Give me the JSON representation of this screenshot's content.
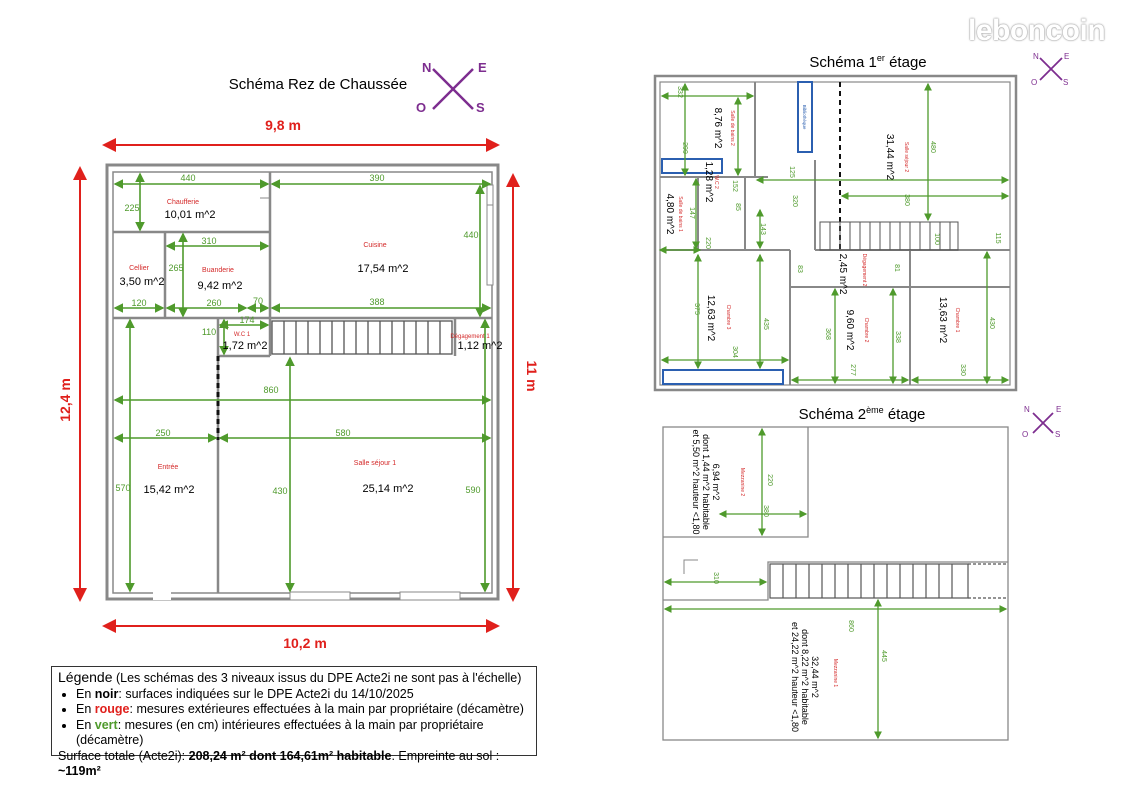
{
  "logo": "leboncoin",
  "ground": {
    "title": "Schéma Rez de Chaussée",
    "compass": {
      "n": "N",
      "e": "E",
      "o": "O",
      "s": "S"
    },
    "ext": {
      "top": "9,8 m",
      "bottom": "10,2 m",
      "left": "12,4 m",
      "right": "11 m"
    },
    "rooms": [
      {
        "name": "Chaufferie",
        "area": "10,01 m^2"
      },
      {
        "name": "Cuisine",
        "area": "17,54 m^2"
      },
      {
        "name": "Cellier",
        "area": "3,50 m^2"
      },
      {
        "name": "Buanderie",
        "area": "9,42 m^2"
      },
      {
        "name": "W.C 1",
        "area": "1,72 m^2"
      },
      {
        "name": "Dégagement 1",
        "area": "1,12 m^2"
      },
      {
        "name": "Entrée",
        "area": "15,42 m^2"
      },
      {
        "name": "Salle séjour 1",
        "area": "25,14 m^2"
      }
    ],
    "dims": [
      "440",
      "390",
      "225",
      "440",
      "310",
      "265",
      "120",
      "260",
      "70",
      "388",
      "174",
      "110",
      "860",
      "250",
      "580",
      "570",
      "430",
      "590"
    ]
  },
  "first": {
    "title": "Schéma 1",
    "title_sup": "er",
    "title_end": " étage",
    "compass": {
      "n": "N",
      "e": "E",
      "o": "O",
      "s": "S"
    },
    "rooms": [
      {
        "name": "Salle de bains 2",
        "area": "8,76 m^2"
      },
      {
        "name": "Bibliothèque",
        "area": ""
      },
      {
        "name": "Salle séjour 2",
        "area": "31,44 m^2"
      },
      {
        "name": "W.C 2",
        "area": "1,28 m^2"
      },
      {
        "name": "Salle de bains 1",
        "area": "4,80 m^2"
      },
      {
        "name": "Dégagement 2",
        "area": "2,45 m^2"
      },
      {
        "name": "Chambre 3",
        "area": "12,63 m^2"
      },
      {
        "name": "Chambre 2",
        "area": "9,60 m^2"
      },
      {
        "name": "Chambre 1",
        "area": "13,63 m^2"
      }
    ],
    "dims": [
      "332",
      "299",
      "152",
      "85",
      "147",
      "125",
      "320",
      "480",
      "380",
      "100",
      "115",
      "143",
      "220",
      "83",
      "81",
      "375",
      "435",
      "304",
      "368",
      "338",
      "277",
      "430",
      "330"
    ]
  },
  "second": {
    "title": "Schéma 2",
    "title_sup": "ème",
    "title_end": " étage",
    "compass": {
      "n": "N",
      "e": "E",
      "o": "O",
      "s": "S"
    },
    "mezz2": {
      "name": "Mezzanine 2",
      "lines": [
        "6,94 m^2",
        "dont 1,44 m^2 habitable",
        "et 5,50 m^2 hauteur <1,80"
      ]
    },
    "mezz1": {
      "name": "Mezzanine 1",
      "lines": [
        "32,44 m^2",
        "dont 8,22 m^2 habitable",
        "et 24,22 m^2 hauteur <1,80"
      ]
    },
    "dims": [
      "220",
      "380",
      "310",
      "860",
      "445"
    ]
  },
  "legend": {
    "title": "Légende",
    "subtitle": " (Les schémas des 3 niveaux issus du DPE Acte2i ne sont pas à l'échelle)",
    "items": [
      {
        "pre": "En ",
        "key": "noir",
        "post": ": surfaces indiquées sur le DPE Acte2i du 14/10/2025",
        "color": "#000000"
      },
      {
        "pre": "En ",
        "key": "rouge",
        "post": ": mesures extérieures effectuées à la main par propriétaire (décamètre)",
        "color": "#e0201c"
      },
      {
        "pre": "En ",
        "key": "vert",
        "post": ": mesures (en cm) intérieures effectuées à la main par propriétaire (décamètre)",
        "color": "#4f9a2c"
      }
    ],
    "total_pre": "Surface totale (Acte2i):  ",
    "total_value": "208,24 m² dont 164,61m² habitable",
    "total_mid": ".  Empreinte au sol : ",
    "total_foot": "~119m²"
  },
  "colors": {
    "wall": "#888888",
    "dim": "#4f9a2c",
    "ext": "#e0201c",
    "compass": "#7d2d8f",
    "roomlabel": "#d42a2a",
    "furniture": "#2b5fb0"
  }
}
